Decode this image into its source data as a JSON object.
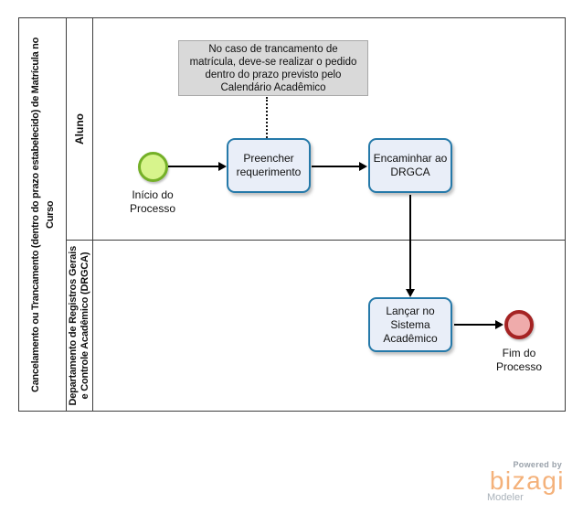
{
  "pool": {
    "title": "Cancelamento ou Trancamento (dentro do prazo estabelecido) de Matrícula no\nCurso",
    "lanes": [
      {
        "label": "Aluno"
      },
      {
        "label": "Departamento de Registros Gerais\ne Controle Acadêmico (DRGCA)"
      }
    ]
  },
  "annotation": {
    "text": "No caso de trancamento de\nmatrícula, deve-se realizar o pedido\ndentro do prazo previsto pelo\nCalendário Acadêmico"
  },
  "nodes": {
    "start_event": {
      "label": "Início do\nProcesso"
    },
    "task_preencher": {
      "label": "Preencher\nrequerimento"
    },
    "task_encaminhar": {
      "label": "Encaminhar ao\nDRGCA"
    },
    "task_lancar": {
      "label": "Lançar no\nSistema\nAcadêmico"
    },
    "end_event": {
      "label": "Fim do\nProcesso"
    }
  },
  "branding": {
    "powered_by": "Powered by",
    "brand": "bizagi",
    "product": "Modeler"
  },
  "colors": {
    "pool_border": "#3d3d3d",
    "task_fill": "#e9eef8",
    "task_border": "#2579a9",
    "start_fill": "#d7f48c",
    "start_border": "#74b027",
    "end_fill": "#efabab",
    "end_border": "#a52323",
    "annotation_fill": "#d9d9d9",
    "annotation_border": "#a8a8a8",
    "flow_color": "#000000",
    "brand_orange": "#f4b17a",
    "brand_gray": "#99a1aa"
  }
}
